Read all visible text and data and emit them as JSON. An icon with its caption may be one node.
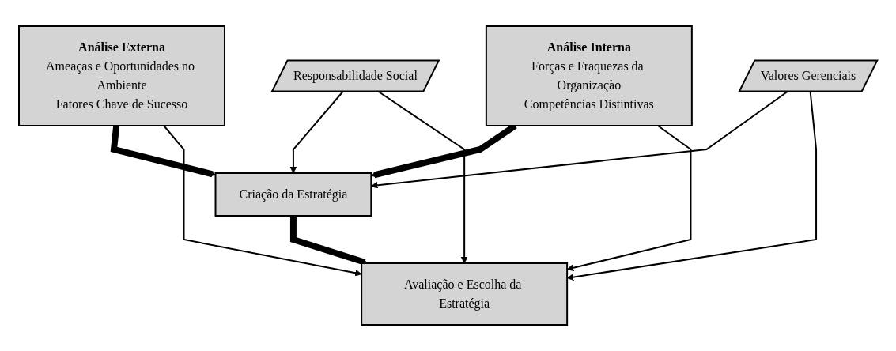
{
  "diagram": {
    "nodes": [
      {
        "text": [
          "Análise Externa",
          "Ameaças e Oportunidades no Ambiente",
          "Fatores Chave de Sucesso"
        ]
      },
      {
        "text": [
          "Criação da Estratégia"
        ]
      },
      {
        "text": [
          "Análise Interna",
          "Forças e Fraquezas da Organização",
          "Competências Distintivas"
        ]
      },
      {
        "text": [
          "Responsabilidade Social"
        ]
      },
      {
        "text": [
          "Avaliação e Escolha da Estratégia"
        ]
      },
      {
        "text": [
          "Valores Gerenciais"
        ]
      }
    ],
    "edges": [
      {
        "from": 0,
        "to": 1,
        "arrow": "to",
        "style": "thick"
      },
      {
        "from": 2,
        "to": 1,
        "arrow": "to",
        "style": "thick"
      },
      {
        "from": 1,
        "to": 4,
        "arrow": "to",
        "style": "thick"
      },
      {
        "from": 3,
        "to": 1,
        "arrow": "to"
      },
      {
        "from": 3,
        "to": 4,
        "arrow": "to"
      },
      {
        "from": 5,
        "to": 1,
        "arrow": "to"
      },
      {
        "from": 5,
        "to": 4,
        "arrow": "to"
      },
      {
        "from": 0,
        "to": 4,
        "arrow": "to"
      },
      {
        "from": 2,
        "to": 4,
        "arrow": "to"
      }
    ]
  }
}
